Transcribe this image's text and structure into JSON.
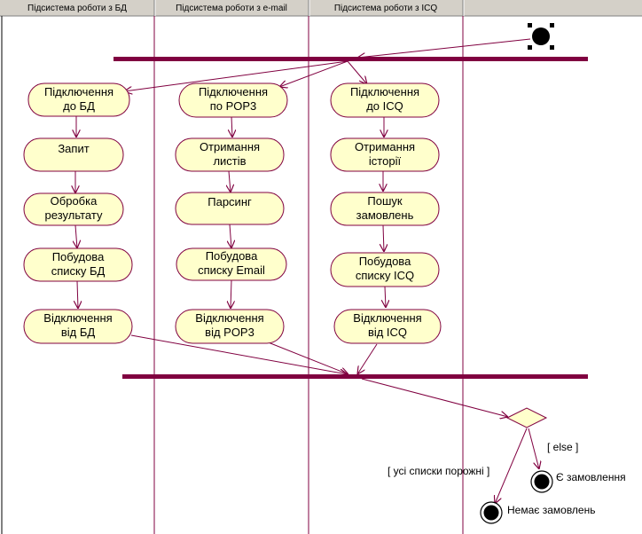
{
  "swimlanes": [
    {
      "label": "Підсистема роботи з БД"
    },
    {
      "label": "Підсистема роботи з e-mail"
    },
    {
      "label": "Підсистема роботи з ICQ"
    }
  ],
  "activities": {
    "db_connect": [
      "Підключення",
      "до БД"
    ],
    "db_query": [
      "Запит"
    ],
    "db_process": [
      "Обробка",
      "результату"
    ],
    "db_build": [
      "Побудова",
      "списку БД"
    ],
    "db_disconnect": [
      "Відключення",
      "від БД"
    ],
    "mail_connect": [
      "Підключення",
      "по POP3"
    ],
    "mail_receive": [
      "Отримання",
      "листів"
    ],
    "mail_parse": [
      "Парсинг"
    ],
    "mail_build": [
      "Побудова",
      "списку Email"
    ],
    "mail_disconnect": [
      "Відключення",
      "від POP3"
    ],
    "icq_connect": [
      "Підключення",
      "до ICQ"
    ],
    "icq_history": [
      "Отримання",
      "історії"
    ],
    "icq_search": [
      "Пошук",
      "замовлень"
    ],
    "icq_build": [
      "Побудова",
      "списку ICQ"
    ],
    "icq_disconnect": [
      "Відключення",
      "від ICQ"
    ]
  },
  "guards": {
    "else": "[ else ]",
    "all_empty": "[ усі списки порожні ]"
  },
  "finals": {
    "has_orders": "Є замовлення",
    "no_orders": "Немає замовлень"
  },
  "colors": {
    "line": "#800040",
    "activity_fill": "#ffffcc",
    "header_fill": "#d4d0c8",
    "decision_fill": "#ffffcc"
  }
}
